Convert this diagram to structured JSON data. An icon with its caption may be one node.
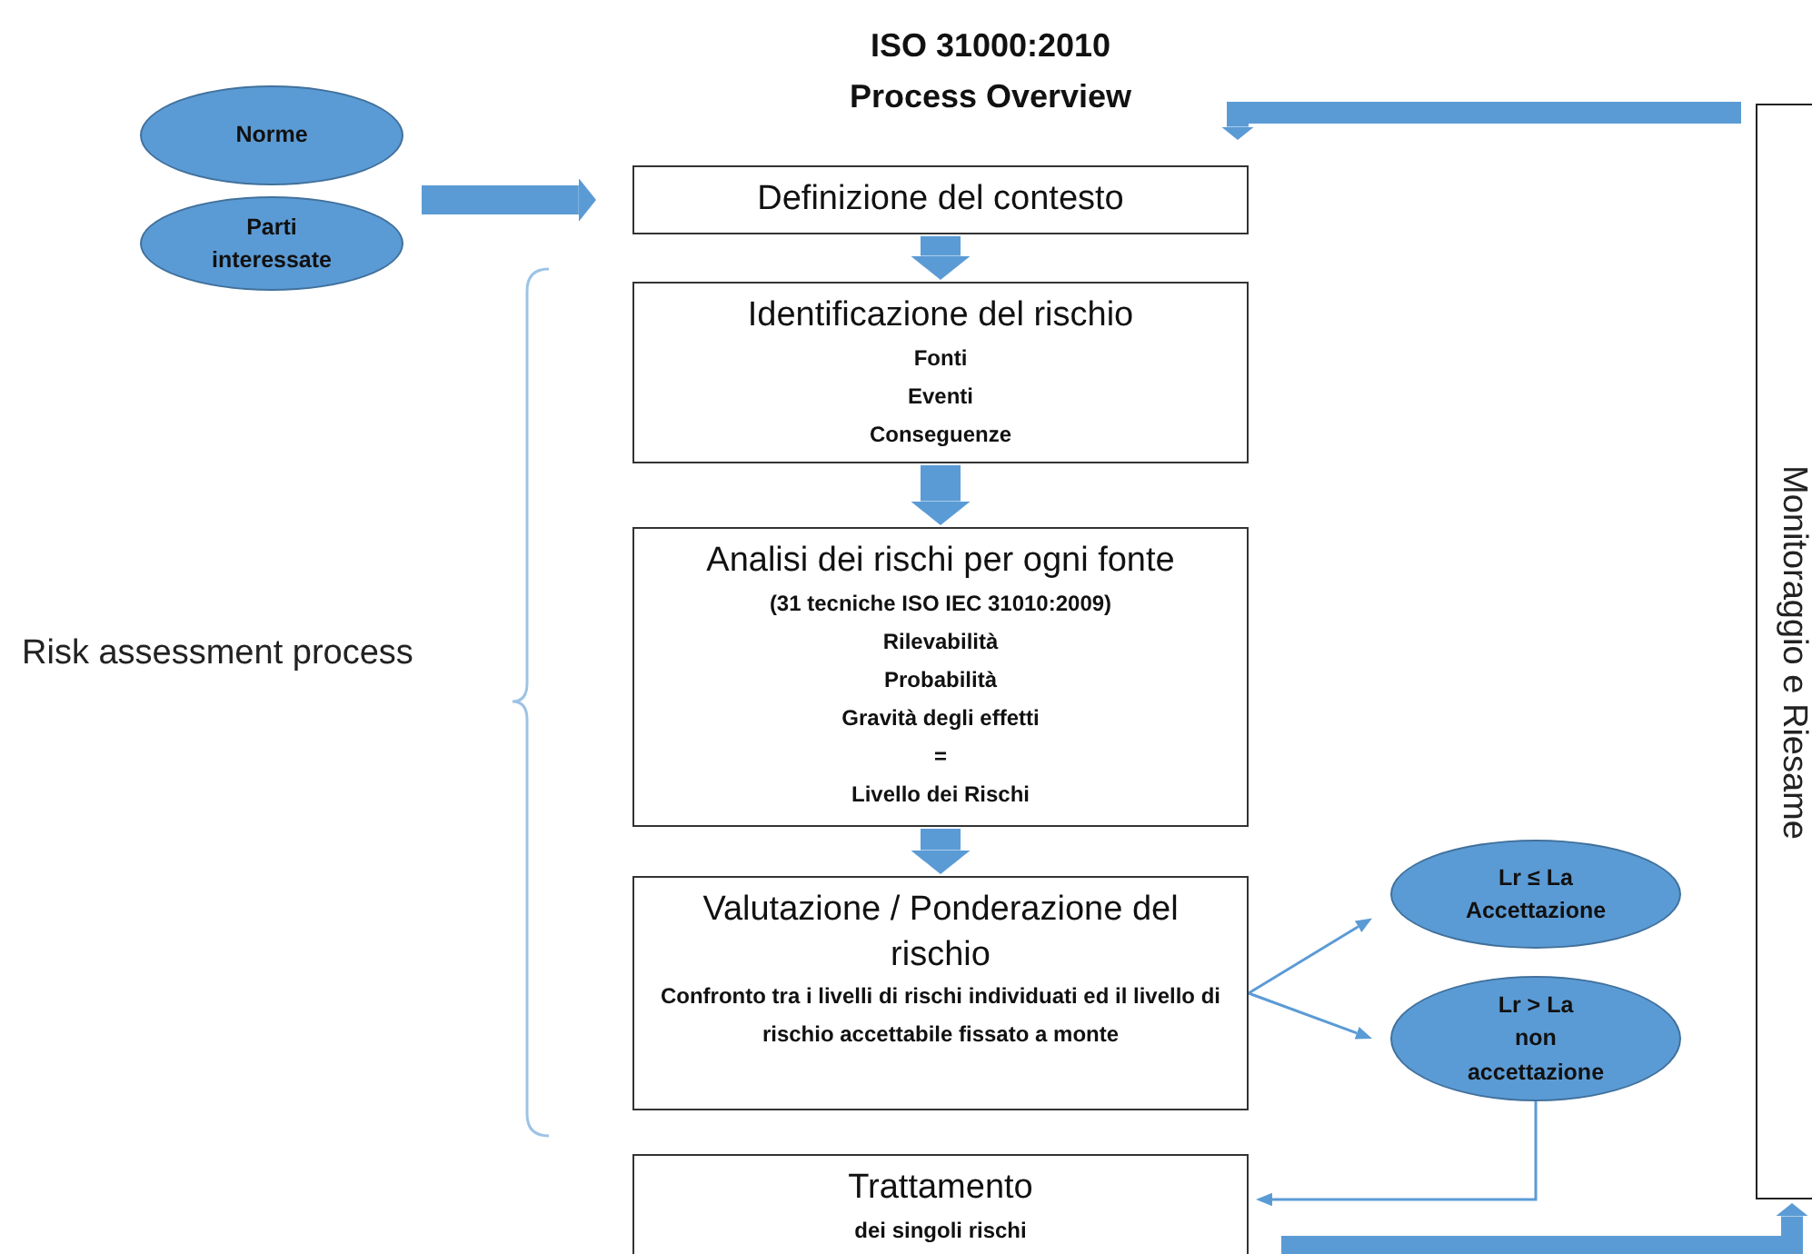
{
  "diagram": {
    "title": "ISO 31000:2010 Process Overview",
    "nodes": [
      {
        "text": [
          "Norme"
        ]
      },
      {
        "text": [
          "Parti interessate"
        ]
      },
      {
        "text": [
          "Definizione del contesto"
        ]
      },
      {
        "text": [
          "Identificazione del rischio",
          "Fonti",
          "Eventi",
          "Conseguenze"
        ]
      },
      {
        "text": [
          "Analisi dei rischi per ogni fonte",
          "(31 tecniche ISO IEC 31010:2009)",
          "Rilevabilità",
          "Probabilità",
          "Gravità degli effetti",
          "=",
          "Livello dei Rischi"
        ]
      },
      {
        "text": [
          "Valutazione / Ponderazione del rischio",
          "Confronto tra i livelli di rischi individuati ed il livello di rischio accettabile fissato a monte"
        ]
      },
      {
        "text": [
          "Lr ≤ La",
          "Accettazione"
        ]
      },
      {
        "text": [
          "Lr > La",
          "non accettazione"
        ]
      },
      {
        "text": [
          "Trattamento",
          "dei singoli rischi"
        ]
      },
      {
        "text": [
          "Monitoraggio e Riesame"
        ]
      }
    ],
    "edges": [
      {
        "from": 1,
        "to": 2,
        "arrow": "to"
      },
      {
        "from": 2,
        "to": 3,
        "arrow": "to",
        "style": "thick"
      },
      {
        "from": 3,
        "to": 4,
        "arrow": "to",
        "style": "thick"
      },
      {
        "from": 4,
        "to": 5,
        "arrow": "to",
        "style": "thick"
      },
      {
        "from": 5,
        "to": 6,
        "arrow": "to"
      },
      {
        "from": 5,
        "to": 7,
        "arrow": "to"
      },
      {
        "from": 7,
        "to": 8,
        "arrow": "to"
      },
      {
        "from": 8,
        "to": 9,
        "arrow": "to"
      },
      {
        "from": 9,
        "to": 2,
        "arrow": "to"
      }
    ],
    "labels": [
      "Risk assessment process"
    ]
  }
}
